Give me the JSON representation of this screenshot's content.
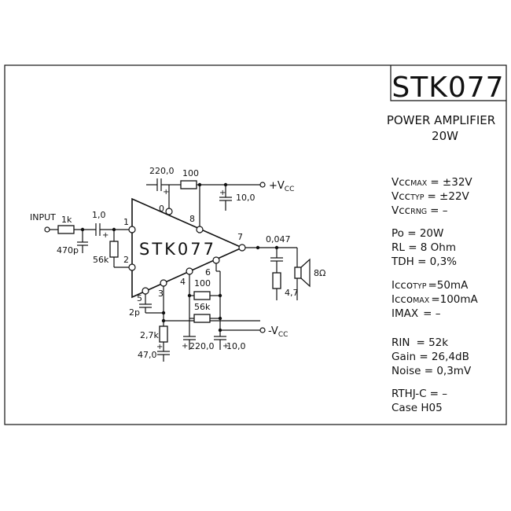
{
  "sheet": {
    "part_number": "STK077",
    "subtitle_line1": "POWER AMPLIFIER",
    "subtitle_line2": "20W"
  },
  "schematic": {
    "chip_label": "STK077",
    "input_label": "INPUT",
    "supply_pos": "+V",
    "supply_pos_sub": "CC",
    "supply_neg": "-V",
    "supply_neg_sub": "CC",
    "pins": {
      "p1": "1",
      "p2": "2",
      "p3": "3",
      "p4": "4",
      "p5": "5",
      "p6": "6",
      "p7": "7",
      "p8": "8",
      "p0": "0"
    },
    "components": {
      "r_in": "1k",
      "c_in": "1,0",
      "c_470p": "470p",
      "r_56k_in": "56k",
      "c_220_top": "220,0",
      "r_100_top": "100",
      "c_10_top": "10,0",
      "c_0047": "0,047",
      "r_47": "4,7",
      "speaker": "8Ω",
      "r_100_bot": "100",
      "r_56k_bot": "56k",
      "c_2p": "2p",
      "r_27k": "2,7k",
      "c_47": "47,0",
      "c_220_bot": "220,0",
      "c_10_bot": "10,0"
    },
    "polarity": "+"
  },
  "specs": {
    "vcc_max": {
      "main": "Vcc",
      "sub": "MAX",
      "value": "= ±32V"
    },
    "vcc_typ": {
      "main": "Vcc",
      "sub": "TYP",
      "value": "= ±22V"
    },
    "vcc_rng": {
      "main": "Vcc",
      "sub": "RNG",
      "value": "=  –"
    },
    "po": "Po  = 20W",
    "rl": "RL  = 8 Ohm",
    "tdh": "TDH = 0,3%",
    "icco_typ": {
      "main": "Icco",
      "sub": "TYP",
      "value": "=50mA"
    },
    "icco_max": {
      "main": "Icco",
      "sub": "MAX",
      "value": "=100mA"
    },
    "imax": {
      "main": "IMAX",
      "value": "=   –"
    },
    "rin": {
      "main": "RIN",
      "value": "= 52k"
    },
    "gain": "Gain  = 26,4dB",
    "noise": "Noise = 0,3mV",
    "rthj": {
      "main": "RTHJ-C",
      "value": "= –"
    },
    "case": "Case  H05"
  }
}
